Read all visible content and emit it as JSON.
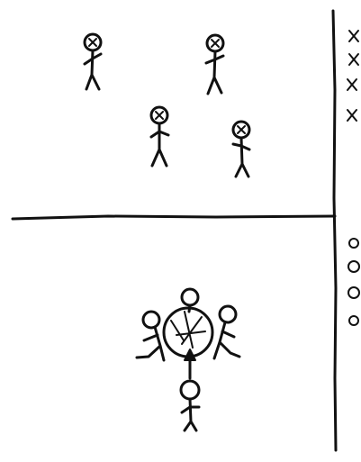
{
  "scene": {
    "description_hidden": "",
    "top_group_marker": "x",
    "bottom_group_marker": "o",
    "top_group_count": 4,
    "bottom_group_count": 4,
    "ink_color": "#111111",
    "paper_color": "#ffffff"
  },
  "icons": {
    "x_head": "x-head-stick-figure",
    "o_head": "o-head-stick-figure",
    "x_tally": "x-tally-mark",
    "o_tally": "o-tally-mark",
    "arrow": "up-arrow"
  }
}
